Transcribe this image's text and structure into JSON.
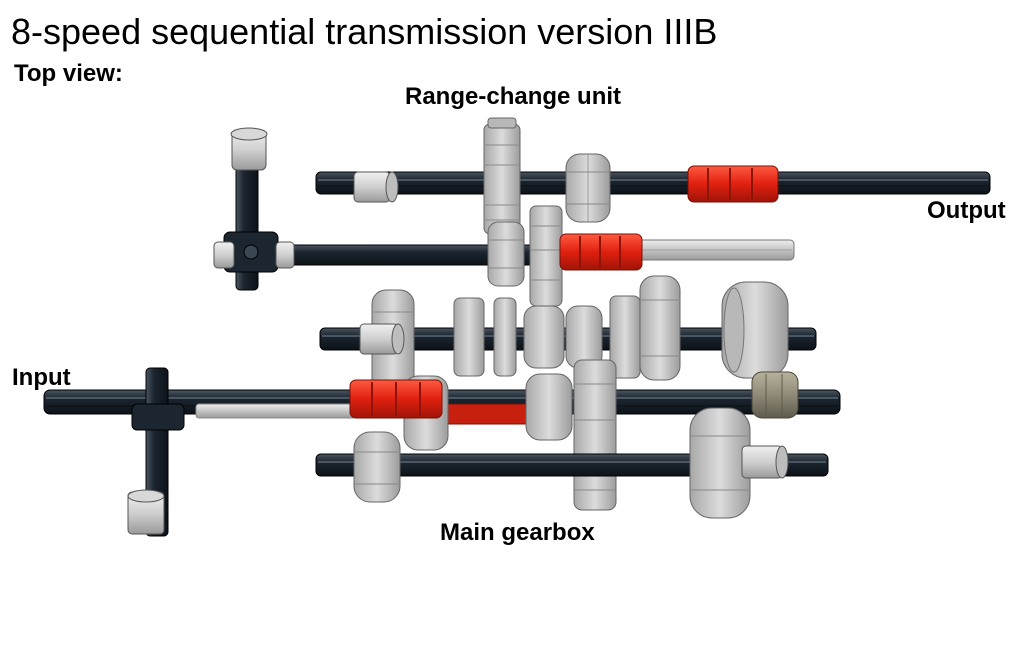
{
  "title": "8-speed sequential transmission version IIIB",
  "subtitle": "Top view:",
  "labels": {
    "range_change_unit": "Range-change unit",
    "output": "Output",
    "input": "Input",
    "main_gearbox": "Main gearbox"
  },
  "colors": {
    "axle": "#1c2630",
    "axle_highlight": "#3a4652",
    "light_axle": "#c9c9c9",
    "gear": "#c8c8c8",
    "gear_dark": "#8a8a8a",
    "clutch_red": "#e02010",
    "clutch_dark": "#8c1408",
    "driving_ring": "#8f8a78",
    "bush": "#cfcfcf"
  }
}
